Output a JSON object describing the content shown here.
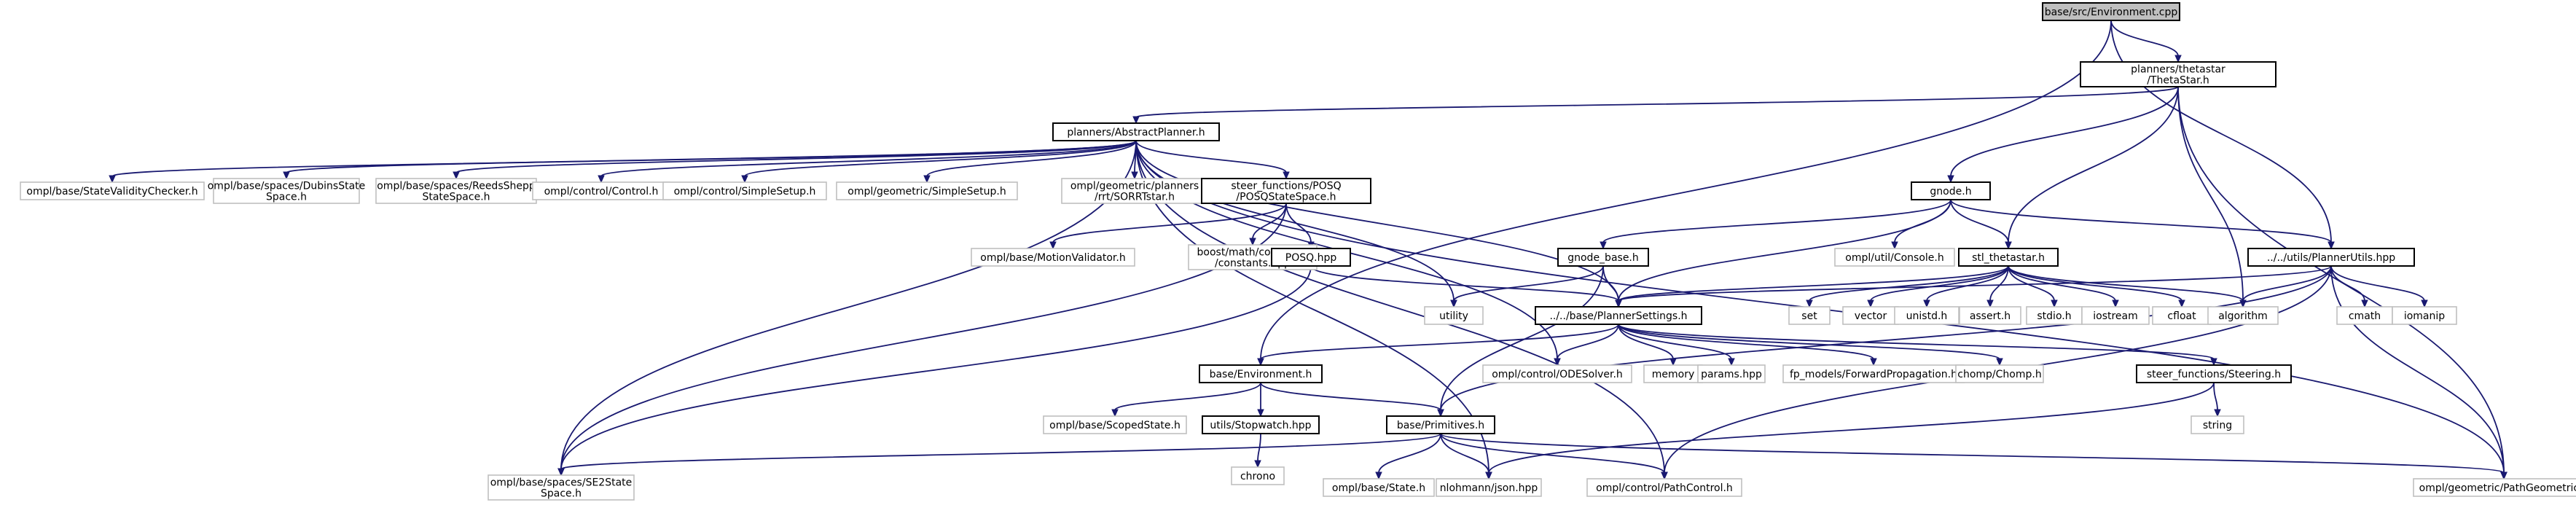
{
  "diagram": {
    "nodes": [
      {
        "id": "env_cpp",
        "lines": [
          "base/src/Environment.cpp"
        ],
        "kind": "root"
      },
      {
        "id": "thetastar",
        "lines": [
          "planners/thetastar",
          "/ThetaStar.h"
        ],
        "kind": "doc"
      },
      {
        "id": "abstract",
        "lines": [
          "planners/AbstractPlanner.h"
        ],
        "kind": "doc"
      },
      {
        "id": "statevalidity",
        "lines": [
          "ompl/base/StateValidityChecker.h"
        ],
        "kind": "ext"
      },
      {
        "id": "dubins",
        "lines": [
          "ompl/base/spaces/DubinsState",
          "Space.h"
        ],
        "kind": "ext"
      },
      {
        "id": "reedsshepp",
        "lines": [
          "ompl/base/spaces/ReedsShepp",
          "StateSpace.h"
        ],
        "kind": "ext"
      },
      {
        "id": "control",
        "lines": [
          "ompl/control/Control.h"
        ],
        "kind": "ext"
      },
      {
        "id": "csimplesetup",
        "lines": [
          "ompl/control/SimpleSetup.h"
        ],
        "kind": "ext"
      },
      {
        "id": "gsimplesetup",
        "lines": [
          "ompl/geometric/SimpleSetup.h"
        ],
        "kind": "ext"
      },
      {
        "id": "sorrt",
        "lines": [
          "ompl/geometric/planners",
          "/rrt/SORRTstar.h"
        ],
        "kind": "ext"
      },
      {
        "id": "posqss",
        "lines": [
          "steer_functions/POSQ",
          "/POSQStateSpace.h"
        ],
        "kind": "doc"
      },
      {
        "id": "motionval",
        "lines": [
          "ompl/base/MotionValidator.h"
        ],
        "kind": "ext"
      },
      {
        "id": "constants",
        "lines": [
          "boost/math/constants",
          "/constants.hpp"
        ],
        "kind": "ext"
      },
      {
        "id": "posqhpp",
        "lines": [
          "POSQ.hpp"
        ],
        "kind": "doc"
      },
      {
        "id": "gnode",
        "lines": [
          "gnode.h"
        ],
        "kind": "doc"
      },
      {
        "id": "gnodebase",
        "lines": [
          "gnode_base.h"
        ],
        "kind": "doc"
      },
      {
        "id": "console",
        "lines": [
          "ompl/util/Console.h"
        ],
        "kind": "ext"
      },
      {
        "id": "stlthetastar",
        "lines": [
          "stl_thetastar.h"
        ],
        "kind": "doc"
      },
      {
        "id": "plannerutils",
        "lines": [
          "../../utils/PlannerUtils.hpp"
        ],
        "kind": "doc"
      },
      {
        "id": "utility",
        "lines": [
          "utility"
        ],
        "kind": "ext"
      },
      {
        "id": "plannersettings",
        "lines": [
          "../../base/PlannerSettings.h"
        ],
        "kind": "doc"
      },
      {
        "id": "set",
        "lines": [
          "set"
        ],
        "kind": "ext"
      },
      {
        "id": "vector",
        "lines": [
          "vector"
        ],
        "kind": "ext"
      },
      {
        "id": "unistd",
        "lines": [
          "unistd.h"
        ],
        "kind": "ext"
      },
      {
        "id": "assert",
        "lines": [
          "assert.h"
        ],
        "kind": "ext"
      },
      {
        "id": "stdio",
        "lines": [
          "stdio.h"
        ],
        "kind": "ext"
      },
      {
        "id": "iostream",
        "lines": [
          "iostream"
        ],
        "kind": "ext"
      },
      {
        "id": "cfloat",
        "lines": [
          "cfloat"
        ],
        "kind": "ext"
      },
      {
        "id": "algorithm",
        "lines": [
          "algorithm"
        ],
        "kind": "ext"
      },
      {
        "id": "cmath",
        "lines": [
          "cmath"
        ],
        "kind": "ext"
      },
      {
        "id": "iomanip",
        "lines": [
          "iomanip"
        ],
        "kind": "ext"
      },
      {
        "id": "environment",
        "lines": [
          "base/Environment.h"
        ],
        "kind": "doc"
      },
      {
        "id": "odesolver",
        "lines": [
          "ompl/control/ODESolver.h"
        ],
        "kind": "ext"
      },
      {
        "id": "memory",
        "lines": [
          "memory"
        ],
        "kind": "ext"
      },
      {
        "id": "params",
        "lines": [
          "params.hpp"
        ],
        "kind": "ext"
      },
      {
        "id": "forwardprop",
        "lines": [
          "fp_models/ForwardPropagation.h"
        ],
        "kind": "ext"
      },
      {
        "id": "chomp",
        "lines": [
          "chomp/Chomp.h"
        ],
        "kind": "ext"
      },
      {
        "id": "steering",
        "lines": [
          "steer_functions/Steering.h"
        ],
        "kind": "doc"
      },
      {
        "id": "scopedstate",
        "lines": [
          "ompl/base/ScopedState.h"
        ],
        "kind": "ext"
      },
      {
        "id": "stopwatch",
        "lines": [
          "utils/Stopwatch.hpp"
        ],
        "kind": "doc"
      },
      {
        "id": "primitives",
        "lines": [
          "base/Primitives.h"
        ],
        "kind": "doc"
      },
      {
        "id": "string",
        "lines": [
          "string"
        ],
        "kind": "ext"
      },
      {
        "id": "chrono",
        "lines": [
          "chrono"
        ],
        "kind": "ext"
      },
      {
        "id": "se2",
        "lines": [
          "ompl/base/spaces/SE2State",
          "Space.h"
        ],
        "kind": "ext"
      },
      {
        "id": "statehdr",
        "lines": [
          "ompl/base/State.h"
        ],
        "kind": "ext"
      },
      {
        "id": "json",
        "lines": [
          "nlohmann/json.hpp"
        ],
        "kind": "ext"
      },
      {
        "id": "pathcontrol",
        "lines": [
          "ompl/control/PathControl.h"
        ],
        "kind": "ext"
      },
      {
        "id": "pathgeometric",
        "lines": [
          "ompl/geometric/PathGeometric.h"
        ],
        "kind": "ext"
      }
    ],
    "edges": [
      [
        "env_cpp",
        "thetastar"
      ],
      [
        "env_cpp",
        "plannerutils"
      ],
      [
        "env_cpp",
        "environment"
      ],
      [
        "thetastar",
        "abstract"
      ],
      [
        "thetastar",
        "gnode"
      ],
      [
        "thetastar",
        "stlthetastar"
      ],
      [
        "thetastar",
        "algorithm"
      ],
      [
        "thetastar",
        "pathgeometric"
      ],
      [
        "abstract",
        "statevalidity"
      ],
      [
        "abstract",
        "dubins"
      ],
      [
        "abstract",
        "reedsshepp"
      ],
      [
        "abstract",
        "control"
      ],
      [
        "abstract",
        "csimplesetup"
      ],
      [
        "abstract",
        "gsimplesetup"
      ],
      [
        "abstract",
        "sorrt"
      ],
      [
        "abstract",
        "posqss"
      ],
      [
        "abstract",
        "utility"
      ],
      [
        "abstract",
        "plannersettings"
      ],
      [
        "abstract",
        "odesolver"
      ],
      [
        "abstract",
        "json"
      ],
      [
        "abstract",
        "pathcontrol"
      ],
      [
        "abstract",
        "pathgeometric"
      ],
      [
        "abstract",
        "se2"
      ],
      [
        "posqss",
        "motionval"
      ],
      [
        "posqss",
        "constants"
      ],
      [
        "posqss",
        "posqhpp"
      ],
      [
        "posqss",
        "se2"
      ],
      [
        "posqhpp",
        "plannersettings"
      ],
      [
        "posqhpp",
        "se2"
      ],
      [
        "gnode",
        "gnodebase"
      ],
      [
        "gnode",
        "console"
      ],
      [
        "gnode",
        "stlthetastar"
      ],
      [
        "gnode",
        "plannerutils"
      ],
      [
        "gnode",
        "plannersettings"
      ],
      [
        "gnodebase",
        "utility"
      ],
      [
        "gnodebase",
        "plannersettings"
      ],
      [
        "gnodebase",
        "primitives"
      ],
      [
        "stlthetastar",
        "plannersettings"
      ],
      [
        "stlthetastar",
        "set"
      ],
      [
        "stlthetastar",
        "vector"
      ],
      [
        "stlthetastar",
        "unistd"
      ],
      [
        "stlthetastar",
        "assert"
      ],
      [
        "stlthetastar",
        "stdio"
      ],
      [
        "stlthetastar",
        "iostream"
      ],
      [
        "stlthetastar",
        "cfloat"
      ],
      [
        "stlthetastar",
        "algorithm"
      ],
      [
        "plannerutils",
        "plannersettings"
      ],
      [
        "plannerutils",
        "algorithm"
      ],
      [
        "plannerutils",
        "cmath"
      ],
      [
        "plannerutils",
        "iomanip"
      ],
      [
        "plannerutils",
        "primitives"
      ],
      [
        "plannerutils",
        "pathcontrol"
      ],
      [
        "plannerutils",
        "pathgeometric"
      ],
      [
        "plannersettings",
        "environment"
      ],
      [
        "plannersettings",
        "odesolver"
      ],
      [
        "plannersettings",
        "memory"
      ],
      [
        "plannersettings",
        "params"
      ],
      [
        "plannersettings",
        "forwardprop"
      ],
      [
        "plannersettings",
        "chomp"
      ],
      [
        "plannersettings",
        "steering"
      ],
      [
        "environment",
        "scopedstate"
      ],
      [
        "environment",
        "stopwatch"
      ],
      [
        "environment",
        "primitives"
      ],
      [
        "stopwatch",
        "chrono"
      ],
      [
        "steering",
        "string"
      ],
      [
        "steering",
        "json"
      ],
      [
        "primitives",
        "se2"
      ],
      [
        "primitives",
        "statehdr"
      ],
      [
        "primitives",
        "json"
      ],
      [
        "primitives",
        "pathcontrol"
      ],
      [
        "primitives",
        "pathgeometric"
      ]
    ]
  }
}
